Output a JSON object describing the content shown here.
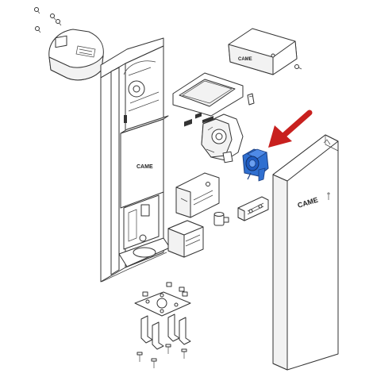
{
  "brand": {
    "column_label": "CAME",
    "cover_label": "CAME",
    "box_label": "CAME"
  },
  "colors": {
    "arrow": "#c8201e",
    "highlight_part": "#2f6fd0",
    "outline": "#333333",
    "background": "#ffffff"
  },
  "icons": {
    "pointer": "red-arrow-icon",
    "highlight": "motor-encoder-icon"
  }
}
